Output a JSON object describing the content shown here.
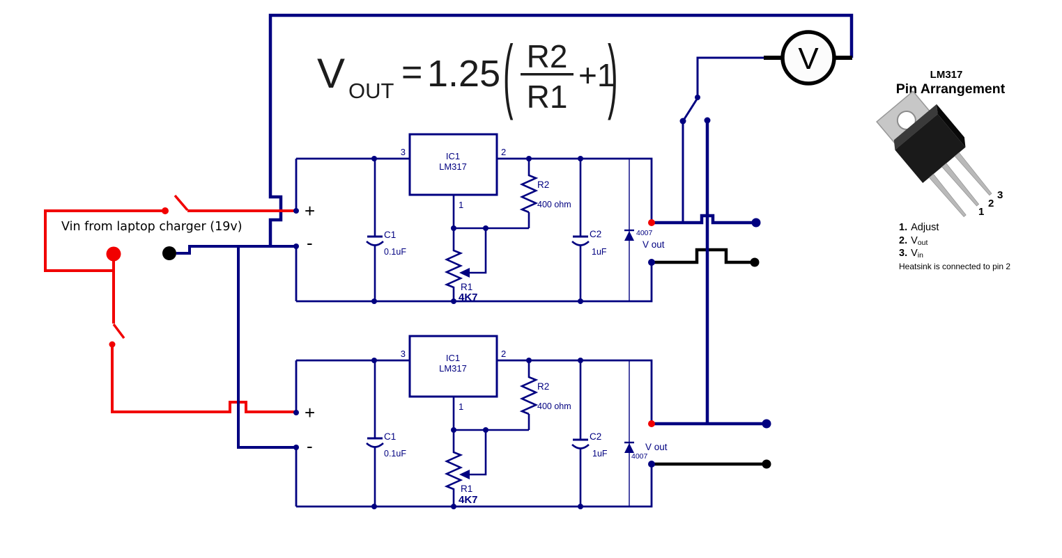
{
  "colors": {
    "wire_blue": "#000080",
    "wire_red": "#f10000",
    "wire_black": "#000000"
  },
  "formula": {
    "lhs": "V",
    "lhs_sub": "OUT",
    "equals": "=",
    "coef": "1.25",
    "paren_open": "(",
    "num": "R2",
    "den": "R1",
    "tail": "+1",
    "paren_close": ")"
  },
  "source": {
    "label": "Vin from laptop charger (19v)"
  },
  "voltmeter": {
    "symbol": "V"
  },
  "regulator_top": {
    "pin_input": "3",
    "pin_output": "2",
    "pin_adjust": "1",
    "ic_ref": "IC1",
    "ic_part": "LM317",
    "c1_ref": "C1",
    "c1_val": "0.1uF",
    "c2_ref": "C2",
    "c2_val": "1uF",
    "r2_ref": "R2",
    "r2_val": "400 ohm",
    "r1_ref": "R1",
    "r1_val": "4K7",
    "diode": "4007",
    "out_label": "V out",
    "plus": "+",
    "minus": "-"
  },
  "regulator_bottom": {
    "pin_input": "3",
    "pin_output": "2",
    "pin_adjust": "1",
    "ic_ref": "IC1",
    "ic_part": "LM317",
    "c1_ref": "C1",
    "c1_val": "0.1uF",
    "c2_ref": "C2",
    "c2_val": "1uF",
    "r2_ref": "R2",
    "r2_val": "400 ohm",
    "r1_ref": "R1",
    "r1_val": "4K7",
    "diode": "4007",
    "out_label": "V out",
    "plus": "+",
    "minus": "-"
  },
  "pinout": {
    "title": "LM317",
    "subtitle": "Pin Arrangement",
    "pin_numbers": [
      "1",
      "2",
      "3"
    ],
    "legend": [
      {
        "num": "1.",
        "name": "Adjust",
        "sub": ""
      },
      {
        "num": "2.",
        "name": "V",
        "sub": "out"
      },
      {
        "num": "3.",
        "name": "V",
        "sub": "in"
      }
    ],
    "note": "Heatsink is connected to pin 2"
  }
}
